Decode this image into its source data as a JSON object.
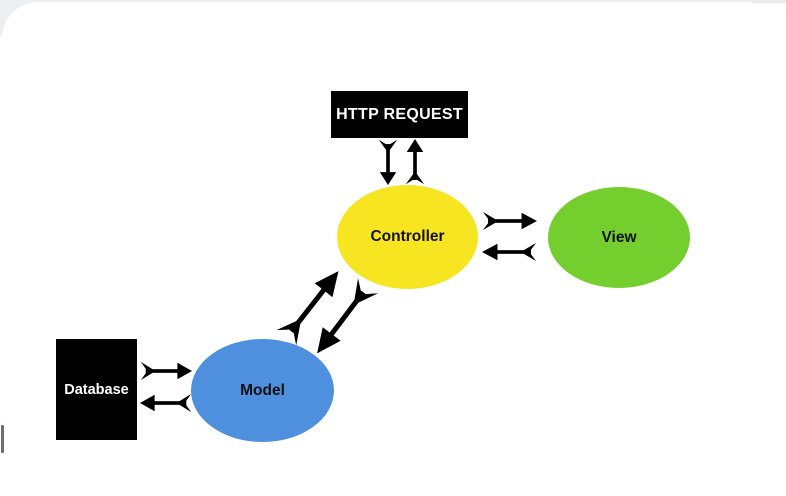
{
  "diagram": {
    "type": "architecture-diagram",
    "subject": "MVC request flow",
    "background": "#ffffff",
    "chrome": {
      "corner_gray": "#eceef2",
      "left_bar_gray": "#6a6f76"
    },
    "arrow_color": "#000000",
    "nodes": [
      {
        "id": "http_request",
        "label": "HTTP REQUEST",
        "shape": "rectangle",
        "fill": "#000000",
        "text_color": "#ffffff"
      },
      {
        "id": "controller",
        "label": "Controller",
        "shape": "ellipse",
        "fill": "#f7e521",
        "text_color": "#111111"
      },
      {
        "id": "view",
        "label": "View",
        "shape": "ellipse",
        "fill": "#74ce2e",
        "text_color": "#111111"
      },
      {
        "id": "model",
        "label": "Model",
        "shape": "ellipse",
        "fill": "#4e8fde",
        "text_color": "#111111"
      },
      {
        "id": "database",
        "label": "Database",
        "shape": "rectangle",
        "fill": "#000000",
        "text_color": "#ffffff"
      }
    ],
    "edges": [
      {
        "from": "http_request",
        "to": "controller",
        "bidirectional": true,
        "orientation": "vertical",
        "style": "double-arrow"
      },
      {
        "from": "controller",
        "to": "view",
        "bidirectional": true,
        "orientation": "horizontal",
        "style": "double-arrow"
      },
      {
        "from": "model",
        "to": "controller",
        "bidirectional": true,
        "orientation": "diagonal",
        "style": "double-arrow-thick"
      },
      {
        "from": "database",
        "to": "model",
        "bidirectional": true,
        "orientation": "horizontal",
        "style": "double-arrow"
      }
    ]
  }
}
